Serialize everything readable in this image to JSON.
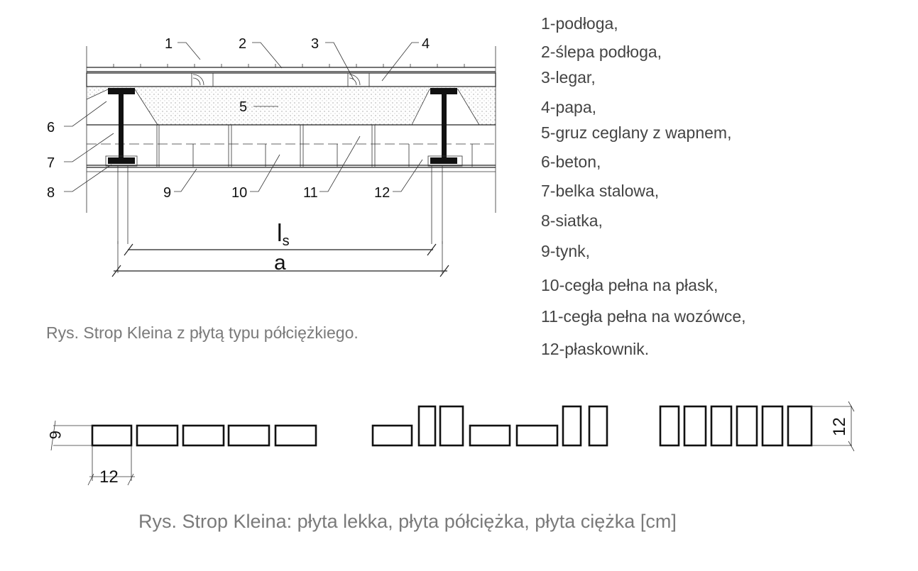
{
  "diagram": {
    "callouts": [
      "1",
      "2",
      "3",
      "4",
      "5",
      "6",
      "7",
      "8",
      "9",
      "10",
      "11",
      "12"
    ],
    "dim_ls": "l",
    "dim_ls_sub": "s",
    "dim_a": "a",
    "caption_top": "Rys. Strop Kleina z płytą typu półciężkiego.",
    "legend": [
      "1-podłoga,",
      "2-ślepa podłoga,",
      "3-legar,",
      "4-papa,",
      "5-gruz ceglany z wapnem,",
      "6-beton,",
      "7-belka stalowa,",
      "8-siatka,",
      "9-tynk,",
      "10-cegła pełna na płask,",
      "11-cegła pełna  na wozówce,",
      "12-płaskownik."
    ],
    "brick_dims": {
      "height_flat": "6",
      "width": "12",
      "height_tall": "12"
    },
    "caption_bottom": "Rys. Strop Kleina: płyta lekka, płyta półciężka, płyta ciężka [cm]"
  }
}
